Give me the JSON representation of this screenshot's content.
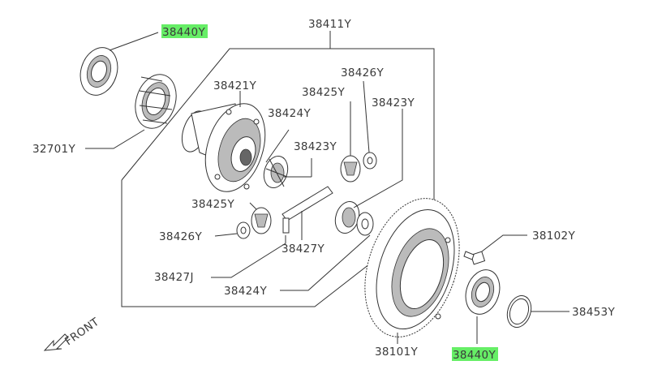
{
  "labels": {
    "p38440_top": "38440",
    "p38440_top_suffix": "Y",
    "p38411": "38411Y",
    "p38426_a": "38426Y",
    "p38421": "38421Y",
    "p38425_a": "38425Y",
    "p38423_a": "38423Y",
    "p38424_a": "38424Y",
    "p38423_b": "38423Y",
    "p32701": "32701Y",
    "p38425_b": "38425Y",
    "p38426_b": "38426Y",
    "p38427": "38427Y",
    "p38427j": "38427J",
    "p38424_b": "38424Y",
    "p38102": "38102Y",
    "p38453": "38453Y",
    "p38101": "38101Y",
    "p38440_bot": "38440",
    "p38440_bot_suffix": "Y",
    "front": "FRONT"
  },
  "highlight_color": "#66ee66"
}
